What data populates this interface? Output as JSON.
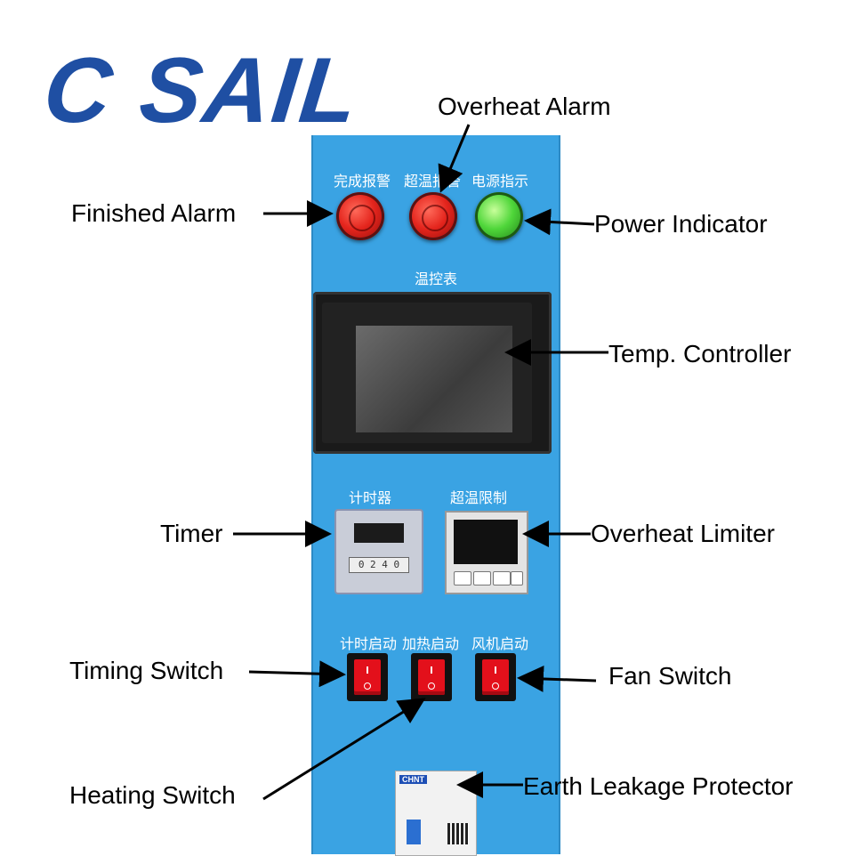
{
  "logo": {
    "text": "C SAIL",
    "color": "#1f4fa3"
  },
  "panel": {
    "color": "#3aa3e3"
  },
  "panel_labels_cn": {
    "finished_alarm": "完成报警",
    "overheat_alarm": "超温报警",
    "power_indicator": "电源指示",
    "temp_controller": "温控表",
    "timer": "计时器",
    "overheat_limiter": "超温限制",
    "timing_start": "计时启动",
    "heating_start": "加热启动",
    "fan_start": "风机启动"
  },
  "callouts": {
    "overheat_alarm": "Overheat Alarm",
    "finished_alarm": "Finished Alarm",
    "power_indicator": "Power Indicator",
    "temp_controller": "Temp. Controller",
    "timer": "Timer",
    "overheat_limiter": "Overheat Limiter",
    "timing_switch": "Timing Switch",
    "fan_switch": "Fan Switch",
    "heating_switch": "Heating Switch",
    "earth_leakage": "Earth Leakage Protector"
  },
  "devices": {
    "timer_keys": "0 2 4 0",
    "rcd_brand": "CHNT"
  }
}
